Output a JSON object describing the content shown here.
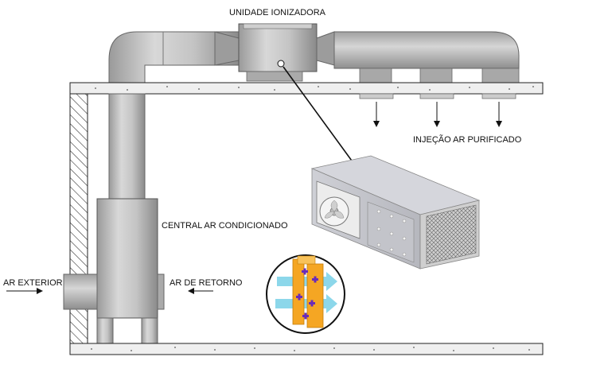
{
  "labels": {
    "ionizer_unit": "UNIDADE IONIZADORA",
    "purified_injection": "INJEÇÃO AR PURIFICADO",
    "central_ac": "CENTRAL AR CONDICIONADO",
    "outside_air": "AR EXTERIOR",
    "return_air": "AR DE RETORNO"
  },
  "colors": {
    "duct": "#b4b4b4",
    "duct_dark": "#8e8e8e",
    "slab": "#eeeeee",
    "wall": "#ffffff",
    "cell_orange": "#f5a623",
    "cell_blue": "#7fd3e8",
    "cell_purple": "#6a2bb8"
  }
}
